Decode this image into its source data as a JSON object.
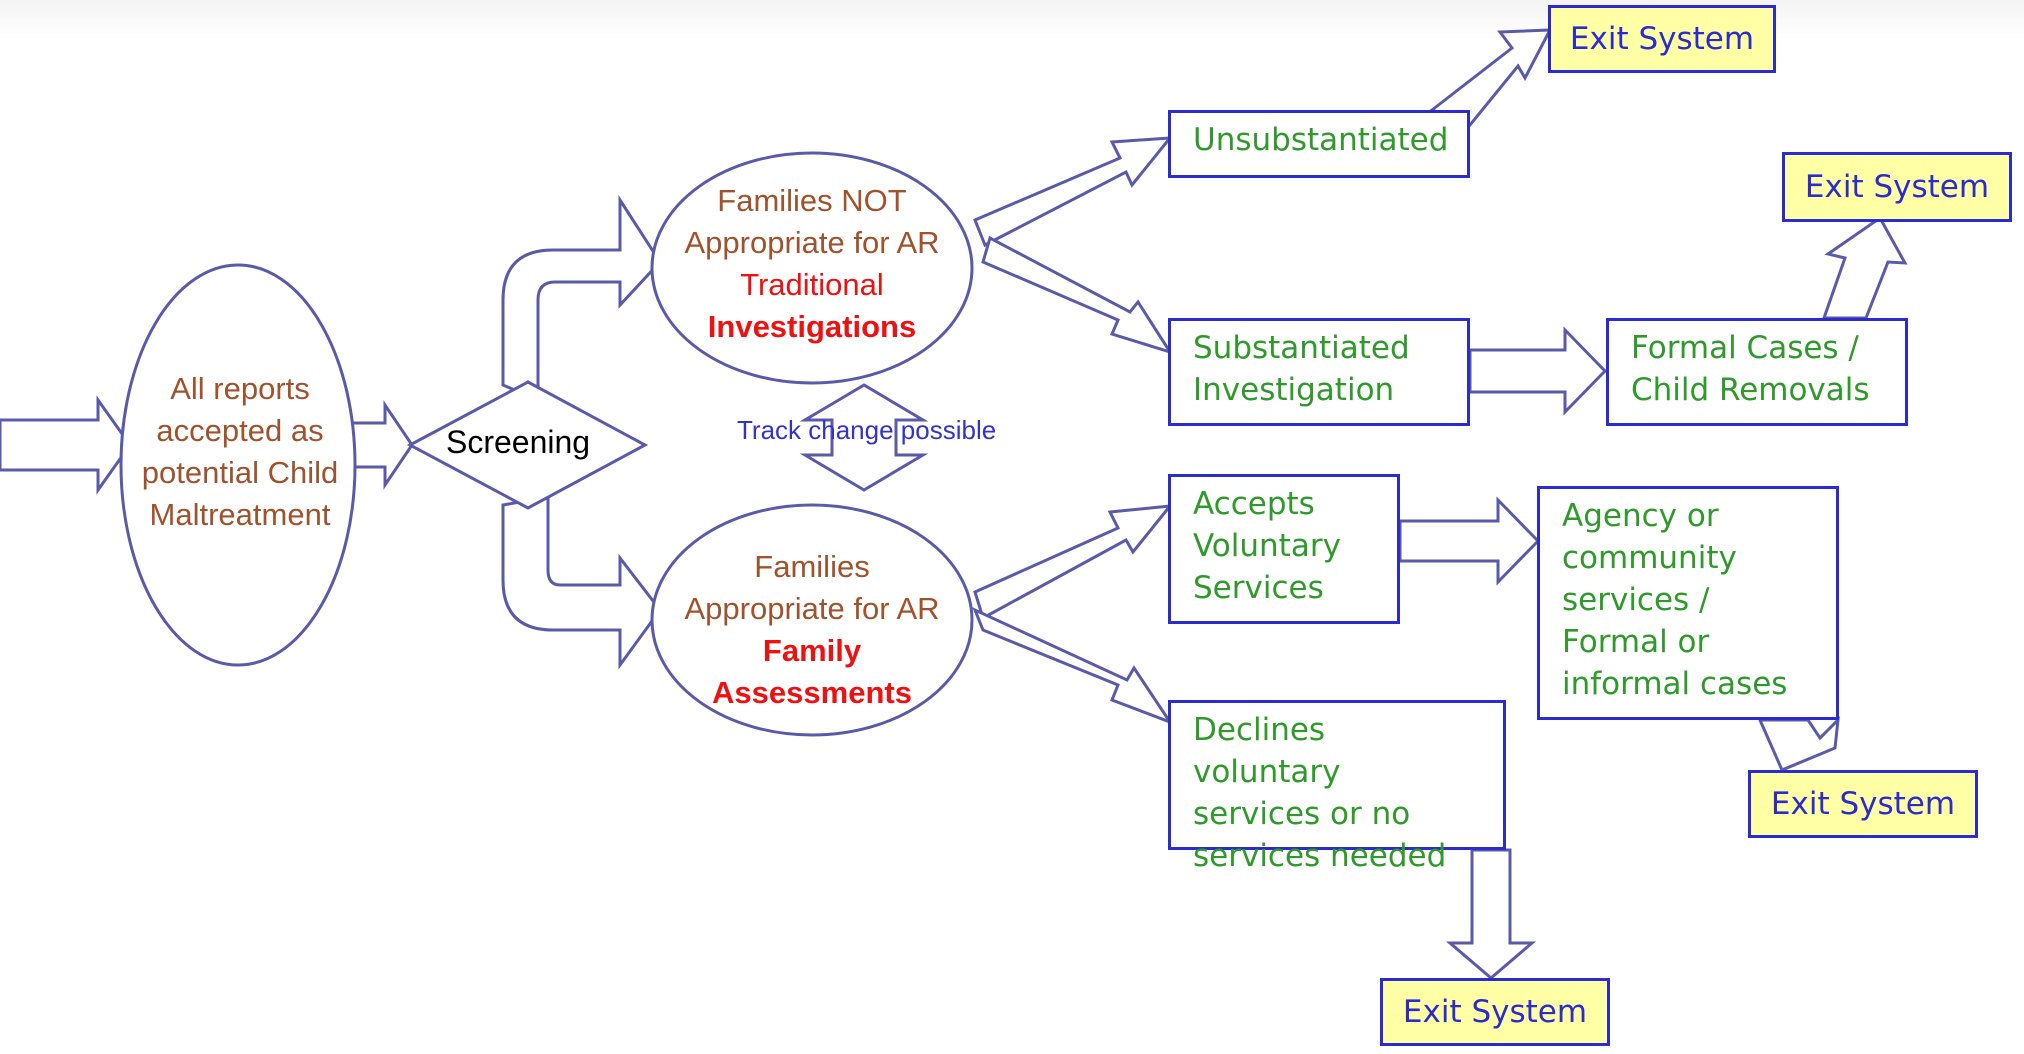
{
  "nodes": {
    "all_reports": [
      "All reports",
      "accepted as",
      "potential Child",
      "Maltreatment"
    ],
    "screening": "Screening",
    "not_appropriate": {
      "line1": "Families NOT",
      "line2": "Appropriate for AR",
      "line3": "Traditional",
      "line4": "Investigations"
    },
    "appropriate": {
      "line1": "Families",
      "line2": "Appropriate for AR",
      "line3": "Family",
      "line4": "Assessments"
    },
    "track_change": "Track change possible",
    "unsubstantiated": "Unsubstantiated",
    "substantiated": [
      "Substantiated",
      "Investigation"
    ],
    "formal_cases": [
      "Formal Cases /",
      "Child Removals"
    ],
    "accepts": [
      "Accepts",
      "Voluntary",
      "Services"
    ],
    "declines": [
      "Declines voluntary",
      "services or no",
      "services needed"
    ],
    "agency": [
      "Agency or",
      "community",
      "services /",
      "Formal or",
      "informal cases"
    ],
    "exit_label": "Exit System"
  },
  "colors": {
    "stroke": "#2b2bd0",
    "oval_stroke": "#5a5aa8",
    "green_text": "#2f9a2b",
    "brown_text": "#a0522d",
    "red_text": "#ee1111",
    "exit_fill": "#ffffa6"
  }
}
